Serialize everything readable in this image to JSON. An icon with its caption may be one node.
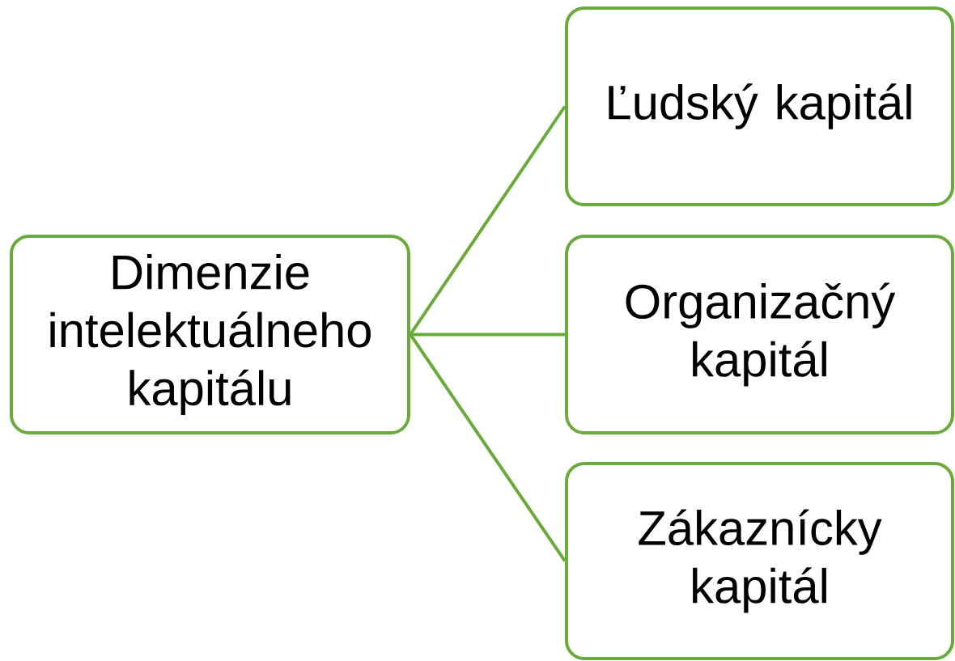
{
  "diagram": {
    "nodes": [
      {
        "text": [
          "Dimenzie intelektuálneho kapitálu"
        ]
      },
      {
        "text": [
          "Ľudský kapitál"
        ]
      },
      {
        "text": [
          "Organizačný kapitál"
        ]
      },
      {
        "text": [
          "Zákaznícky kapitál"
        ]
      }
    ],
    "edges": [
      {
        "from": 0,
        "to": 1,
        "arrow": "none"
      },
      {
        "from": 0,
        "to": 2,
        "arrow": "none"
      },
      {
        "from": 0,
        "to": 3,
        "arrow": "none"
      }
    ]
  }
}
